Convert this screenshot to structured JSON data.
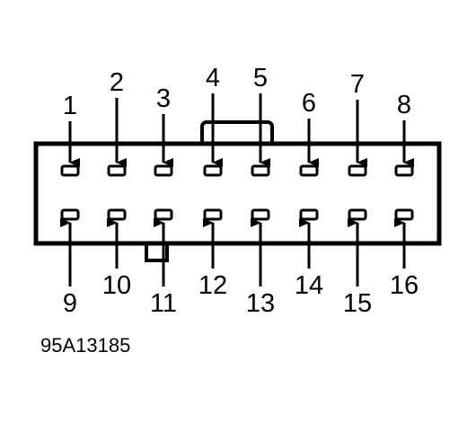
{
  "top_pins": [
    "1",
    "2",
    "3",
    "4",
    "5",
    "6",
    "7",
    "8"
  ],
  "bottom_pins": [
    "9",
    "10",
    "11",
    "12",
    "13",
    "14",
    "15",
    "16"
  ],
  "reference_code": "95A13185"
}
